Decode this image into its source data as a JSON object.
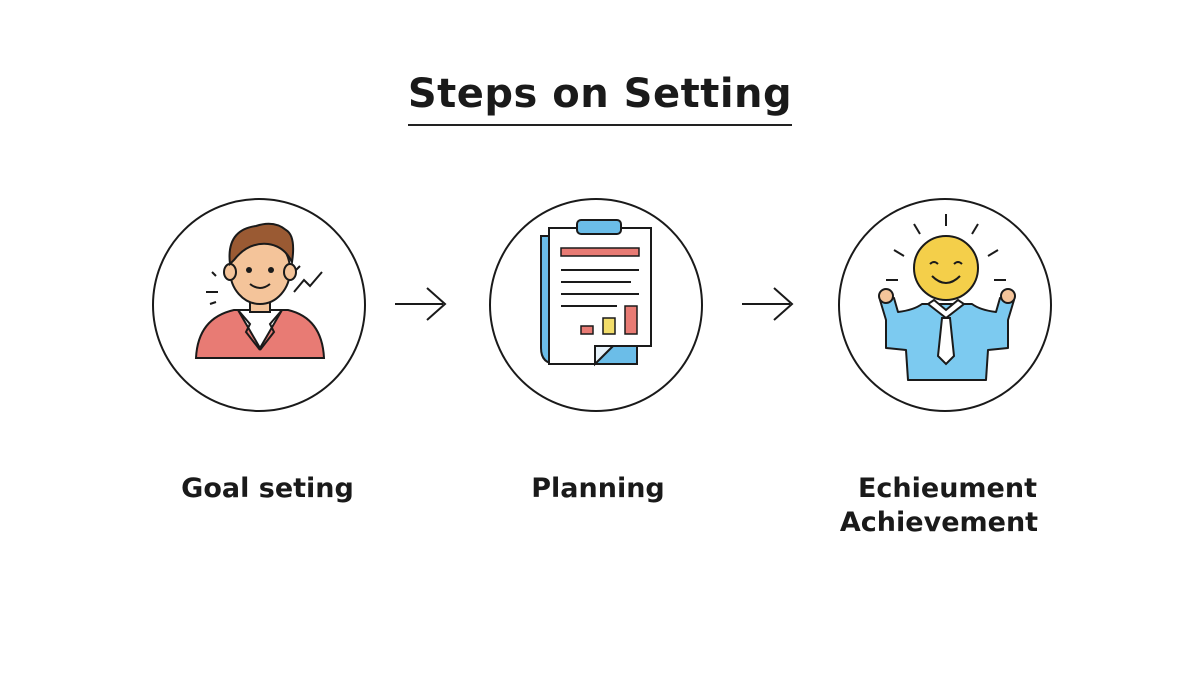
{
  "title": "Steps on Setting",
  "steps": [
    {
      "label": "Goal seting",
      "icon": "person-icon"
    },
    {
      "label": "Planning",
      "icon": "clipboard-chart-icon"
    },
    {
      "label": "Echieument",
      "label_line2": "Achievement",
      "icon": "happy-person-icon"
    }
  ],
  "colors": {
    "outline": "#1a1a1a",
    "person_jacket": "#e87b74",
    "person_hair": "#9a5a33",
    "skin": "#f4c49a",
    "clipboard_accent": "#6bbde8",
    "bar_red": "#e87b74",
    "bar_yellow": "#f2dd6a",
    "sun_face": "#f4cf4a",
    "shirt_blue": "#7ccaf0"
  }
}
